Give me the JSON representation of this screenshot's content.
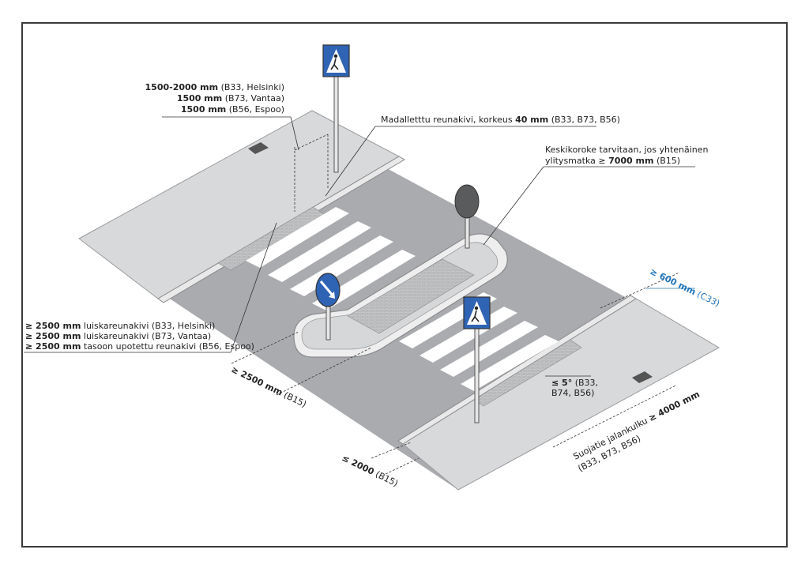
{
  "labels": {
    "sidewalk_width": [
      {
        "bold": "1500-2000 mm",
        "rest": " (B33, Helsinki)"
      },
      {
        "bold": "1500 mm",
        "rest": " (B73, Vantaa)"
      },
      {
        "bold": "1500 mm",
        "rest": " (B56, Espoo)"
      }
    ],
    "curb": {
      "pre": "Madalletttu reunakivi, korkeus ",
      "bold": "40 mm",
      "post": " (B33, B73, B56)"
    },
    "island_line1": "Keskikoroke tarvitaan, jos yhtenäinen",
    "island_line2_pre": "ylitysmatka  ≥ ",
    "island_line2_bold": "7000 mm",
    "island_line2_post": "  (B15)",
    "ramp": [
      {
        "sym": "≥ ",
        "bold": "2500 mm",
        "rest": " luiskareunakivi (B33, Helsinki)"
      },
      {
        "sym": "≥ ",
        "bold": "2500 mm",
        "rest": " luiskareunakivi (B73, Vantaa)"
      },
      {
        "sym": "≥ ",
        "bold": "2500 mm",
        "rest": " tasoon upotettu reunakivi (B56, Espoo)"
      }
    ],
    "dim_2500_bold": "≥ 2500 mm",
    "dim_2500_ref": " (B15)",
    "dim_2000_bold": "≤ 2000",
    "dim_2000_ref": " (B15)",
    "dim_600_bold": "≥ 600 mm",
    "dim_600_ref": " (C33)",
    "slope_bold": "≤ 5°",
    "slope_rest1": " (B33,",
    "slope_rest2": "B74, B56)",
    "crossing_pre": "Suojatie jalankulku ",
    "crossing_bold": "≥ 4000 mm",
    "crossing_ref": "(B33, B73, B56)"
  },
  "colors": {
    "road": "#a9abae",
    "sidewalk": "#d6d7d9",
    "island": "#d6d7d9",
    "paving": "#bfc0c2",
    "stripe": "#ffffff",
    "sign_blue": "#2f63b4",
    "accent_blue": "#1f74b8",
    "line": "#333333"
  }
}
